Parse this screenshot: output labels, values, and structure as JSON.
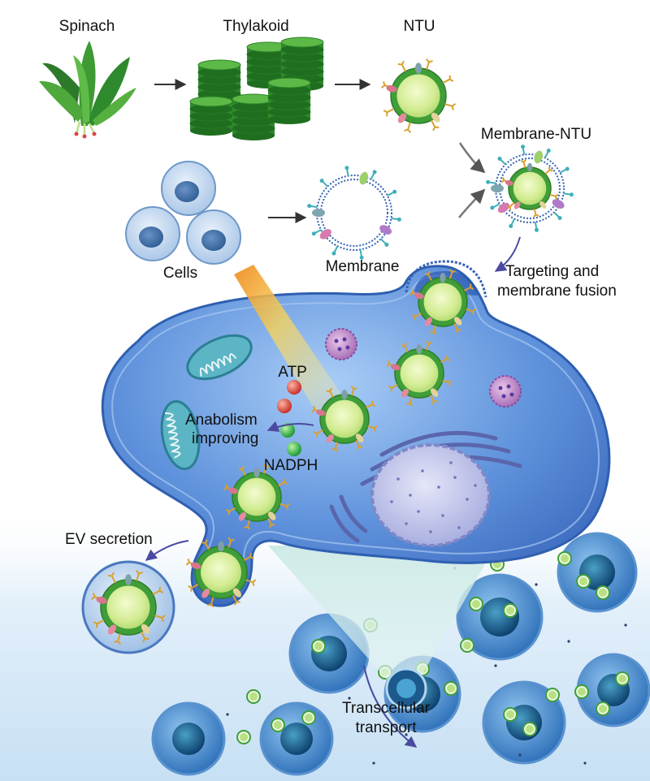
{
  "labels": {
    "spinach": "Spinach",
    "thylakoid": "Thylakoid",
    "ntu": "NTU",
    "membrane_ntu": "Membrane-NTU",
    "cells": "Cells",
    "membrane": "Membrane",
    "targeting_line1": "Targeting and",
    "targeting_line2": "membrane fusion",
    "atp": "ATP",
    "anabolism_line1": "Anabolism",
    "anabolism_line2": "improving",
    "nadph": "NADPH",
    "ev_secretion": "EV secretion",
    "transcellular_line1": "Transcellular",
    "transcellular_line2": "transport"
  },
  "colors": {
    "green_ntu": "#3f9e38",
    "green_core": "#d8ef9a",
    "cell_blue": "#3d6fc4",
    "cytoplasm": "#6f9fe0",
    "membrane_ring": "#2f5fb0",
    "atp_red": "#d9443a",
    "nadph_green": "#3bb84a",
    "mito": "#4aa9b8",
    "golgi": "#6a78b8",
    "nucleus": "#a9b2e6",
    "lysosome": "#a060b0",
    "light_beam": "#f5d85a"
  },
  "icons": [
    "spinach-icon",
    "thylakoid-stack-icon",
    "ntu-vesicle-icon",
    "cell-icon",
    "mitochondrion-icon",
    "nucleus-icon",
    "golgi-icon",
    "lysosome-icon"
  ]
}
